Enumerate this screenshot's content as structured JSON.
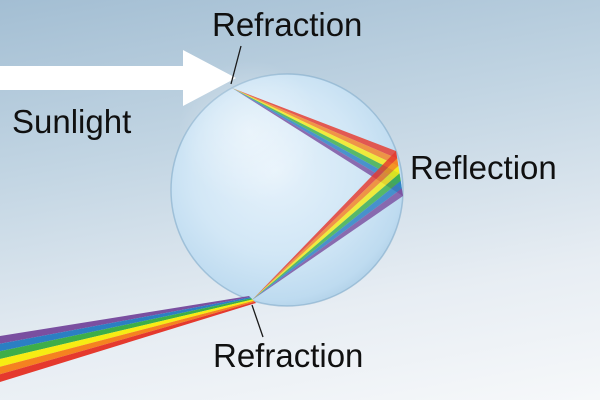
{
  "labels": {
    "refraction_top": "Refraction",
    "sunlight": "Sunlight",
    "reflection": "Reflection",
    "refraction_bottom": "Refraction"
  },
  "colors": {
    "background_top": "#a3bed3",
    "background_bottom": "#f6f8fa",
    "droplet": "#cfe5f4",
    "sunlight_arrow": "#ffffff",
    "pointer_line": "#1a1a1a",
    "label_text": "#101010",
    "rainbow": [
      "#e5392d",
      "#f58220",
      "#f7ec13",
      "#3dae49",
      "#2b7fc3",
      "#7a4fa0"
    ]
  },
  "icons": {
    "sunlight_arrow": "right-arrow"
  }
}
